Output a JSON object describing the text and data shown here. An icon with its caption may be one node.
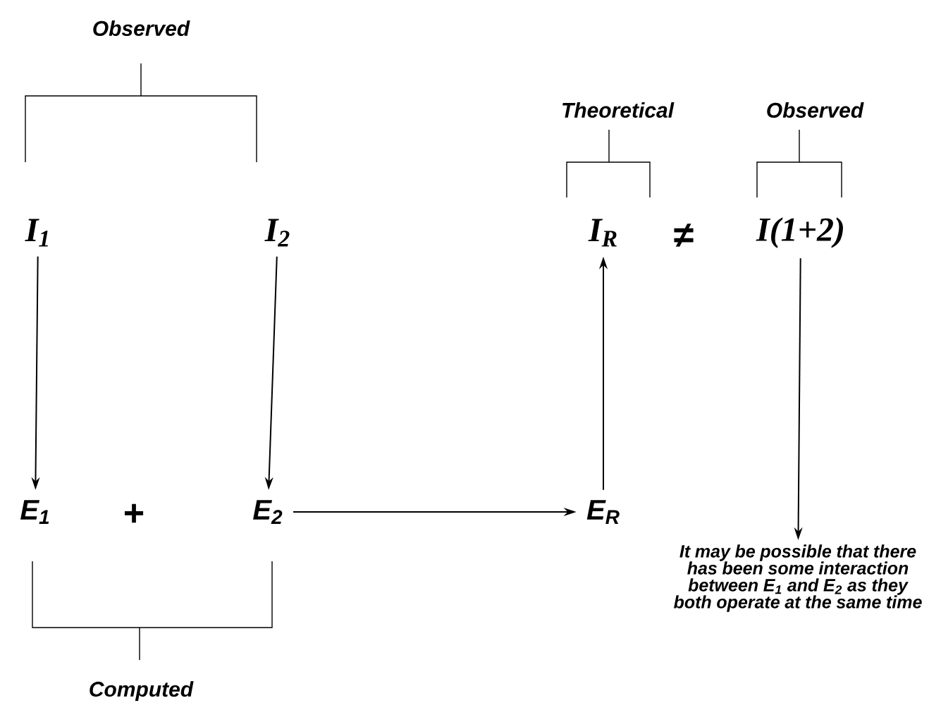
{
  "diagram": {
    "nodes": [
      {
        "text": [
          "I$_{1}$"
        ]
      },
      {
        "text": [
          "I$_{2}$"
        ]
      },
      {
        "text": [
          "I$_{R}$"
        ]
      },
      {
        "text": [
          "I(1+2)"
        ]
      },
      {
        "text": [
          "E$_{1}$"
        ]
      },
      {
        "text": [
          "E$_{2}$"
        ]
      },
      {
        "text": [
          "E$_{R}$"
        ]
      },
      {
        "text": [
          "It may be possible that there has been some interaction between E$_{1}$ and E$_{2}$ as they both operate at the same time"
        ]
      }
    ],
    "edges": [
      {
        "from": 0,
        "to": 4,
        "arrow": "to"
      },
      {
        "from": 1,
        "to": 5,
        "arrow": "to"
      },
      {
        "from": 5,
        "to": 6,
        "arrow": "to"
      },
      {
        "from": 6,
        "to": 2,
        "arrow": "to"
      },
      {
        "from": 3,
        "to": 7,
        "arrow": "to"
      }
    ],
    "labels": [
      "Observed",
      "Theoretical",
      "Observed",
      "≠",
      "+",
      "Computed"
    ]
  }
}
